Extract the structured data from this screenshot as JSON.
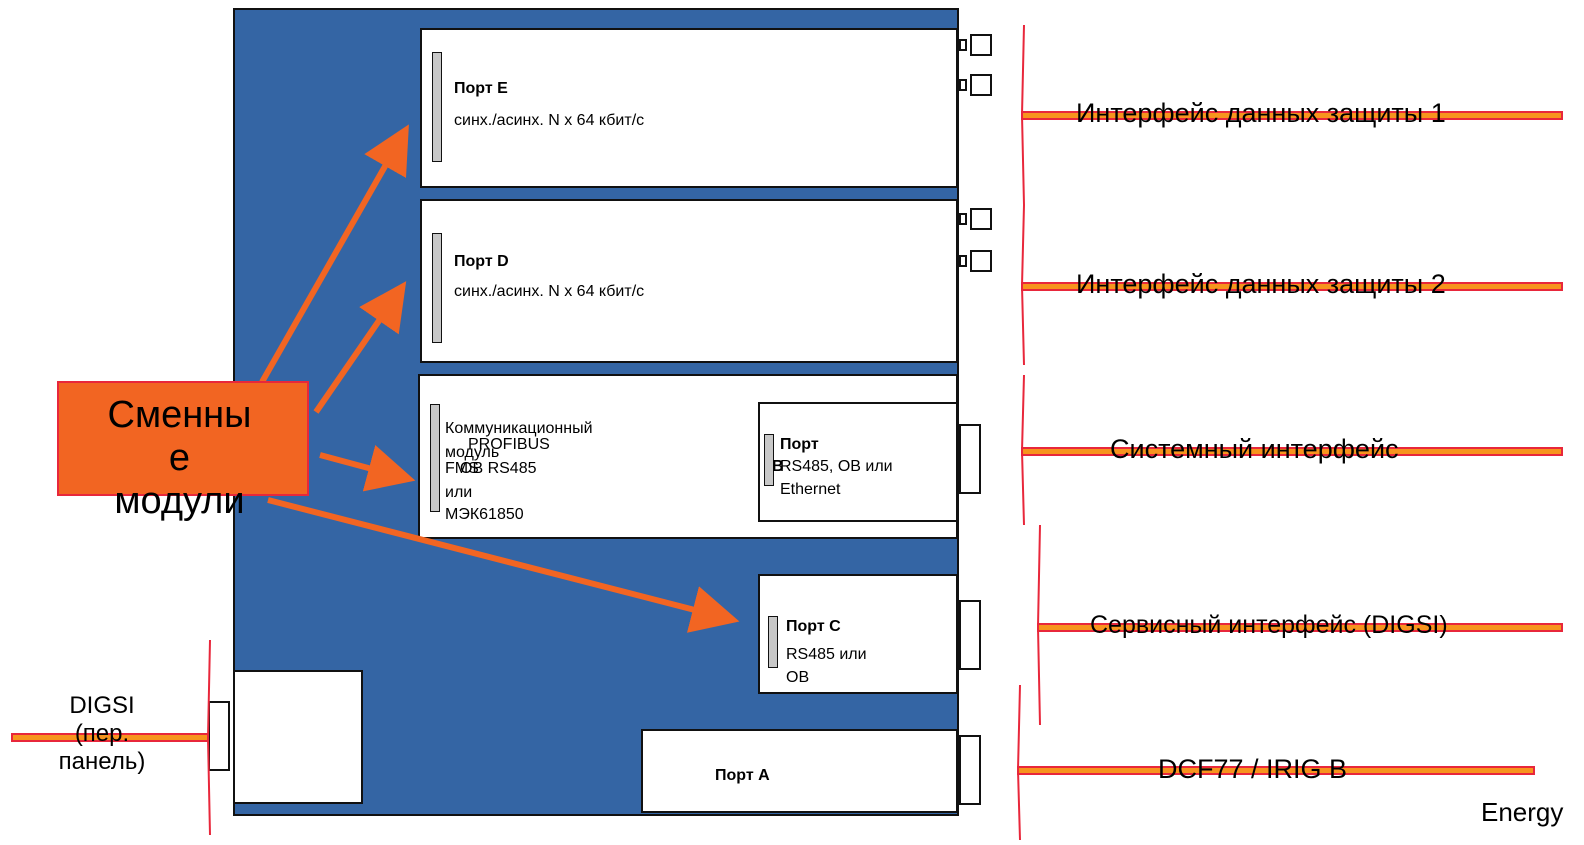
{
  "modules": {
    "port_e": {
      "title": "Порт E",
      "desc": "синх./асинх. N x 64 кбит/с"
    },
    "port_d": {
      "title": "Порт D",
      "desc": "синх./асинх. N x 64 кбит/с"
    },
    "comm": {
      "line1": "Коммуникационный",
      "line2": "модуль",
      "line3": "PROFIBUS",
      "line4": "FMS",
      "line5": "ОВ RS485",
      "line6": "или",
      "line7": "МЭК61850"
    },
    "port_b": {
      "title": "Порт",
      "letter": "B",
      "desc1": "RS485, OB или",
      "desc2": "Ethernet"
    },
    "port_c": {
      "title": "Порт C",
      "desc1": "RS485 или",
      "desc2": "OB"
    },
    "port_a": {
      "title": "Порт А"
    }
  },
  "interfaces": {
    "i1": "Интерфейс данных защиты 1",
    "i2": "Интерфейс данных защиты 2",
    "i3": "Системный интерфейс",
    "i4": "Сервисный интерфейс (DIGSI)",
    "i5": "DCF77 / IRIG B"
  },
  "front": {
    "line1": "DIGSI",
    "line2": "(пер.",
    "line3": "панель)"
  },
  "callout": {
    "line1": "Сменны",
    "line2": "е",
    "line3": "модули"
  },
  "footer": {
    "brand": "Energy"
  },
  "colors": {
    "panel": "#3465a4",
    "arrow": "#f26522",
    "line_red": "#e8273b",
    "line_orange": "#f7941d"
  }
}
